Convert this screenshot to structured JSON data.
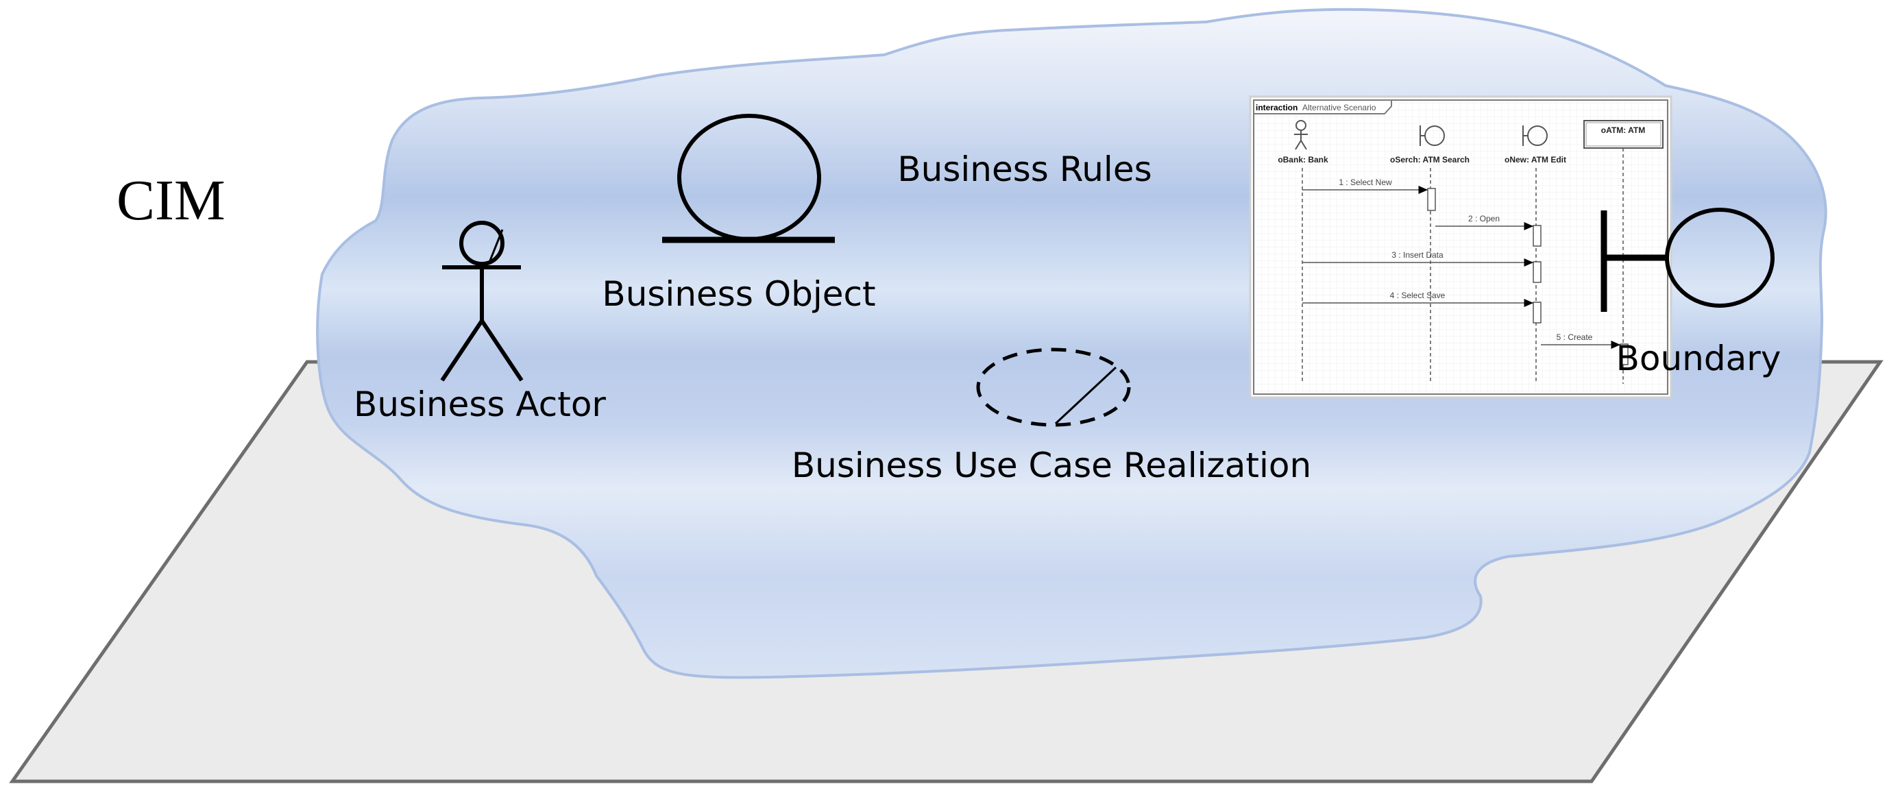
{
  "title": "CIM",
  "labels": {
    "business_actor": "Business Actor",
    "business_object": "Business Object",
    "business_rules": "Business Rules",
    "business_use_case_realization": "Business Use Case Realization",
    "boundary": "Boundary"
  },
  "sequence_diagram": {
    "frame_keyword": "interaction",
    "frame_name": "Alternative Scenario",
    "lifelines": [
      {
        "name": "oBank: Bank",
        "kind": "actor-icon"
      },
      {
        "name": "oSerch: ATM Search",
        "kind": "boundary-icon"
      },
      {
        "name": "oNew: ATM Edit",
        "kind": "boundary-icon"
      },
      {
        "name": "oATM: ATM",
        "kind": "entity-box"
      }
    ],
    "messages": [
      {
        "label": "1 : Select New",
        "from": 0,
        "to": 1
      },
      {
        "label": "2 : Open",
        "from": 1,
        "to": 2
      },
      {
        "label": "3 : Insert Data",
        "from": 0,
        "to": 2
      },
      {
        "label": "4 : Select Save",
        "from": 0,
        "to": 2
      },
      {
        "label": "5 : Create",
        "from": 2,
        "to": 3
      }
    ]
  },
  "colors": {
    "cloud_light": "#eef2fa",
    "cloud_mid": "#b7c9e8",
    "cloud_edge": "#a9bee2",
    "plane_fill": "#ebebeb",
    "plane_stroke": "#6e6e6e",
    "ink": "#000000"
  }
}
